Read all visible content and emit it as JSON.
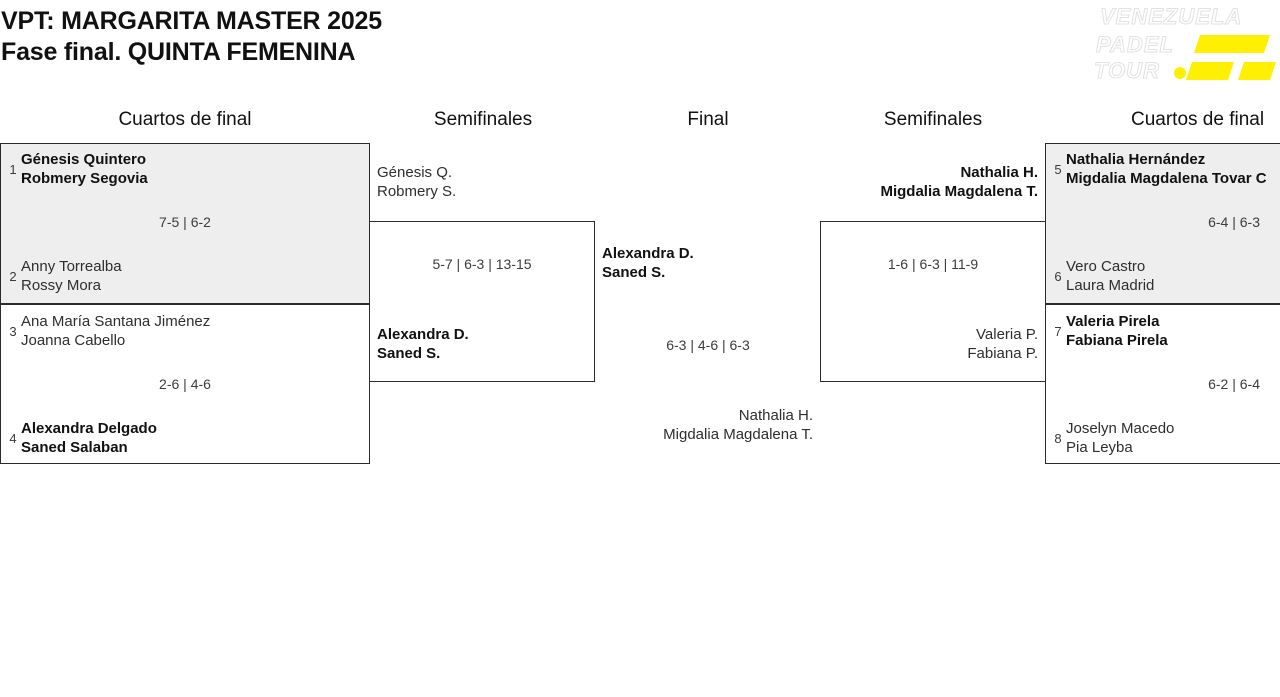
{
  "tournament": {
    "title_line1": "VPT: MARGARITA MASTER 2025",
    "title_line2": "Fase final. QUINTA FEMENINA"
  },
  "logo": {
    "line1": "VENEZUELA",
    "line2": "PADEL",
    "line3": "TOUR.",
    "accent_color": "#FFEF00"
  },
  "round_headers": {
    "left_quarters": "Cuartos de final",
    "left_semis": "Semifinales",
    "final": "Final",
    "right_semis": "Semifinales",
    "right_quarters": "Cuartos de final"
  },
  "bracket": {
    "left_quarterfinals": [
      {
        "top": {
          "seed": "1",
          "player1": "Génesis Quintero",
          "player2": "Robmery Segovia",
          "winner": true
        },
        "bottom": {
          "seed": "2",
          "player1": "Anny Torrealba",
          "player2": "Rossy Mora",
          "winner": false
        },
        "score": "7-5 | 6-2"
      },
      {
        "top": {
          "seed": "3",
          "player1": "Ana María Santana Jiménez",
          "player2": "Joanna Cabello",
          "winner": false
        },
        "bottom": {
          "seed": "4",
          "player1": "Alexandra Delgado",
          "player2": "Saned Salaban",
          "winner": true
        },
        "score": "2-6 | 4-6"
      }
    ],
    "left_semifinal": {
      "top": {
        "player1": "Génesis Q.",
        "player2": "Robmery S.",
        "winner": false
      },
      "bottom": {
        "player1": "Alexandra D.",
        "player2": "Saned S.",
        "winner": true
      },
      "score": "5-7 | 6-3 | 13-15"
    },
    "final": {
      "top": {
        "player1": "Alexandra D.",
        "player2": "Saned S.",
        "winner": true
      },
      "bottom": {
        "player1": "Nathalia H.",
        "player2": "Migdalia Magdalena T.",
        "winner": false
      },
      "score": "6-3 | 4-6 | 6-3"
    },
    "right_semifinal": {
      "top": {
        "player1": "Nathalia H.",
        "player2": "Migdalia Magdalena T.",
        "winner": true
      },
      "bottom": {
        "player1": "Valeria P.",
        "player2": "Fabiana P.",
        "winner": false
      },
      "score": "1-6 | 6-3 | 11-9"
    },
    "right_quarterfinals": [
      {
        "top": {
          "seed": "5",
          "player1": "Nathalia Hernández",
          "player2": "Migdalia Magdalena Tovar C",
          "winner": true
        },
        "bottom": {
          "seed": "6",
          "player1": "Vero Castro",
          "player2": "Laura Madrid",
          "winner": false
        },
        "score": "6-4 | 6-3"
      },
      {
        "top": {
          "seed": "7",
          "player1": "Valeria Pirela",
          "player2": "Fabiana Pirela",
          "winner": true
        },
        "bottom": {
          "seed": "8",
          "player1": "Joselyn Macedo",
          "player2": "Pia Leyba",
          "winner": false
        },
        "score": "6-2 | 6-4"
      }
    ]
  }
}
